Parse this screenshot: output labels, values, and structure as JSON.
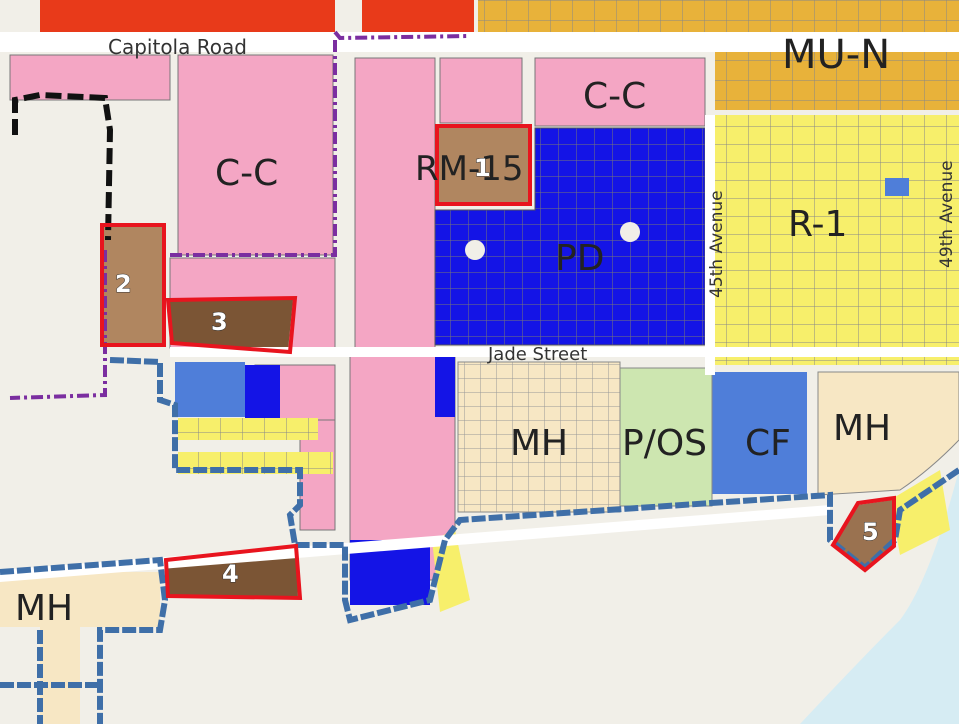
{
  "roads": {
    "capitola": "Capitola Road",
    "jade": "Jade Street",
    "ave45": "45th Avenue",
    "ave49": "49th Avenue"
  },
  "zones": {
    "cc_left": "C-C",
    "cc_right": "C-C",
    "rm": "RM-15",
    "pd": "PD",
    "mun": "MU-N",
    "r1": "R-1",
    "mh_center": "MH",
    "pos": "P/OS",
    "cf": "CF",
    "mh_right": "MH",
    "mh_left": "MH"
  },
  "sites": [
    "1",
    "2",
    "3",
    "4",
    "5"
  ],
  "colors": {
    "commercial": "#f4a6c4",
    "residential_multi": "#c49a6c",
    "planned_dev": "#1414e6",
    "mixed_use": "#e8b23a",
    "single_family": "#f7ef6b",
    "mobile_home": "#f7e7c4",
    "parks": "#cde6b0",
    "community": "#4f7ed9",
    "industrial": "#e83a1a",
    "site_outline": "#e8141e",
    "water": "#d6ecf3",
    "boundary": "#3f6fa8"
  }
}
